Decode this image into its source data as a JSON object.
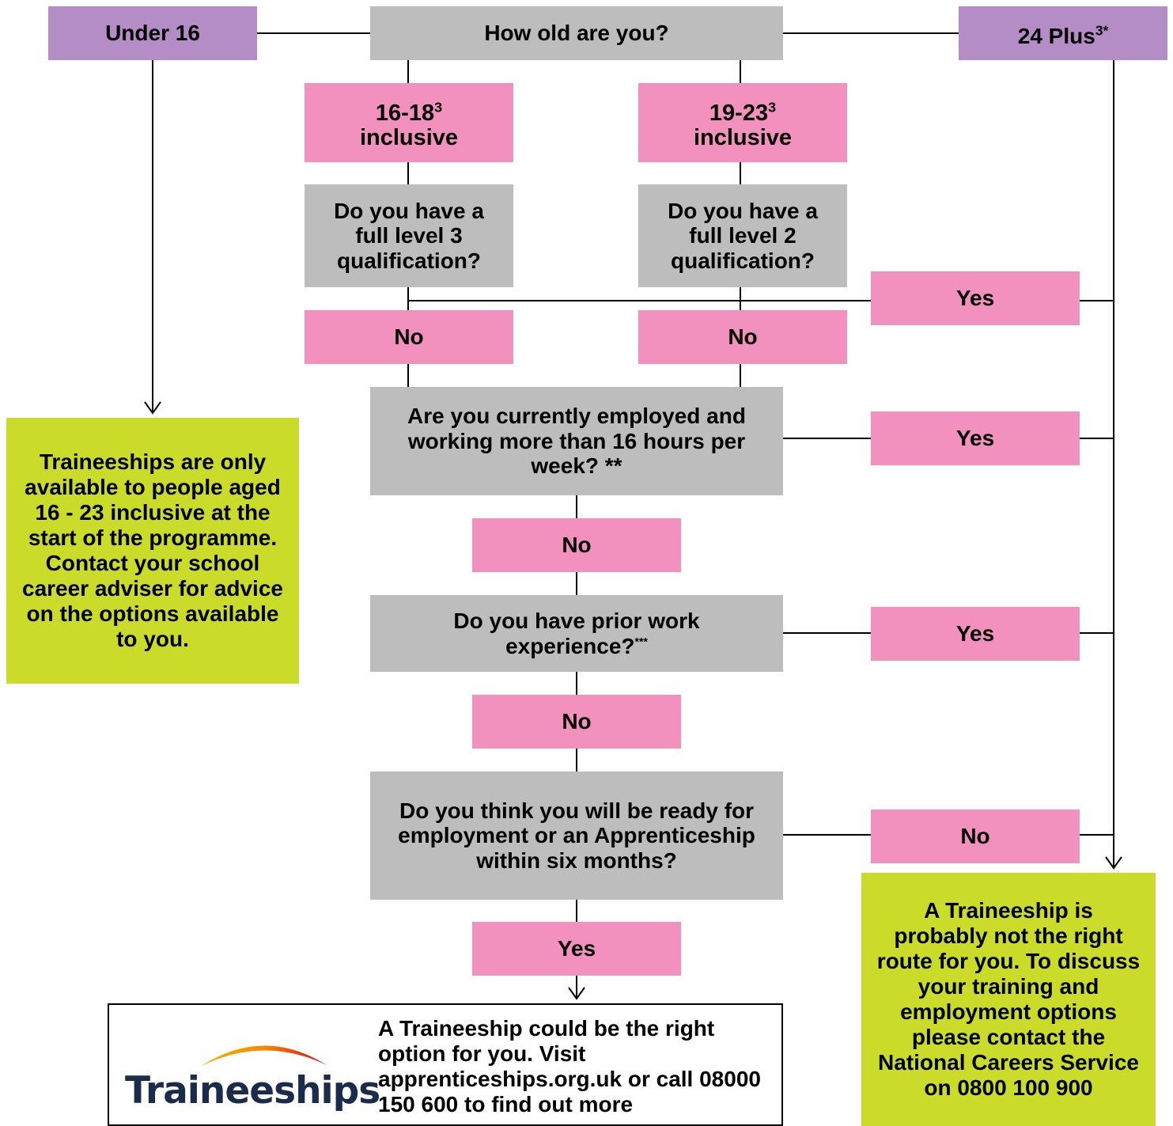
{
  "top": {
    "question": "How old are you?",
    "under16": "Under 16",
    "plus24": "24 Plus",
    "plus24_sup": "3*"
  },
  "ages": {
    "a16_18": "16-18",
    "a16_18_sup": "3",
    "a16_18_sub": "inclusive",
    "a19_23": "19-23",
    "a19_23_sup": "3",
    "a19_23_sub": "inclusive"
  },
  "questions": {
    "level3": "Do you have a full level 3 qualification?",
    "level2": "Do you have a full level 2 qualification?",
    "employed": "Are you currently employed and working more than 16 hours per week? **",
    "prior": "Do you have prior work experience?",
    "prior_sup": "***",
    "ready": "Do you think you will be ready for employment or an Apprenticeship within six months?"
  },
  "answers": {
    "yes_quals": "Yes",
    "no_l3": "No",
    "no_l2": "No",
    "yes_employed": "Yes",
    "no_employed": "No",
    "yes_prior": "Yes",
    "no_prior": "No",
    "no_ready": "No",
    "yes_ready": "Yes"
  },
  "outcomes": {
    "under16_info": "Traineeships are only available to people aged 16 - 23 inclusive at the start of the programme. Contact your school career adviser for advice on the options available to you.",
    "not_right": "A Traineeship is probably not the right route for you. To discuss your training and employment options please contact the National Careers Service on 0800 100 900",
    "right": "A Traineeship could be the right option for you. Visit apprenticeships.org.uk or call 08000 150 600 to find out more",
    "logo": "Traineeships"
  },
  "colors": {
    "grey": "#bdbdbd",
    "pink": "#f291bd",
    "purple": "#b48cc6",
    "green": "#cbdb2a",
    "logo_text": "#1a2b4c"
  }
}
